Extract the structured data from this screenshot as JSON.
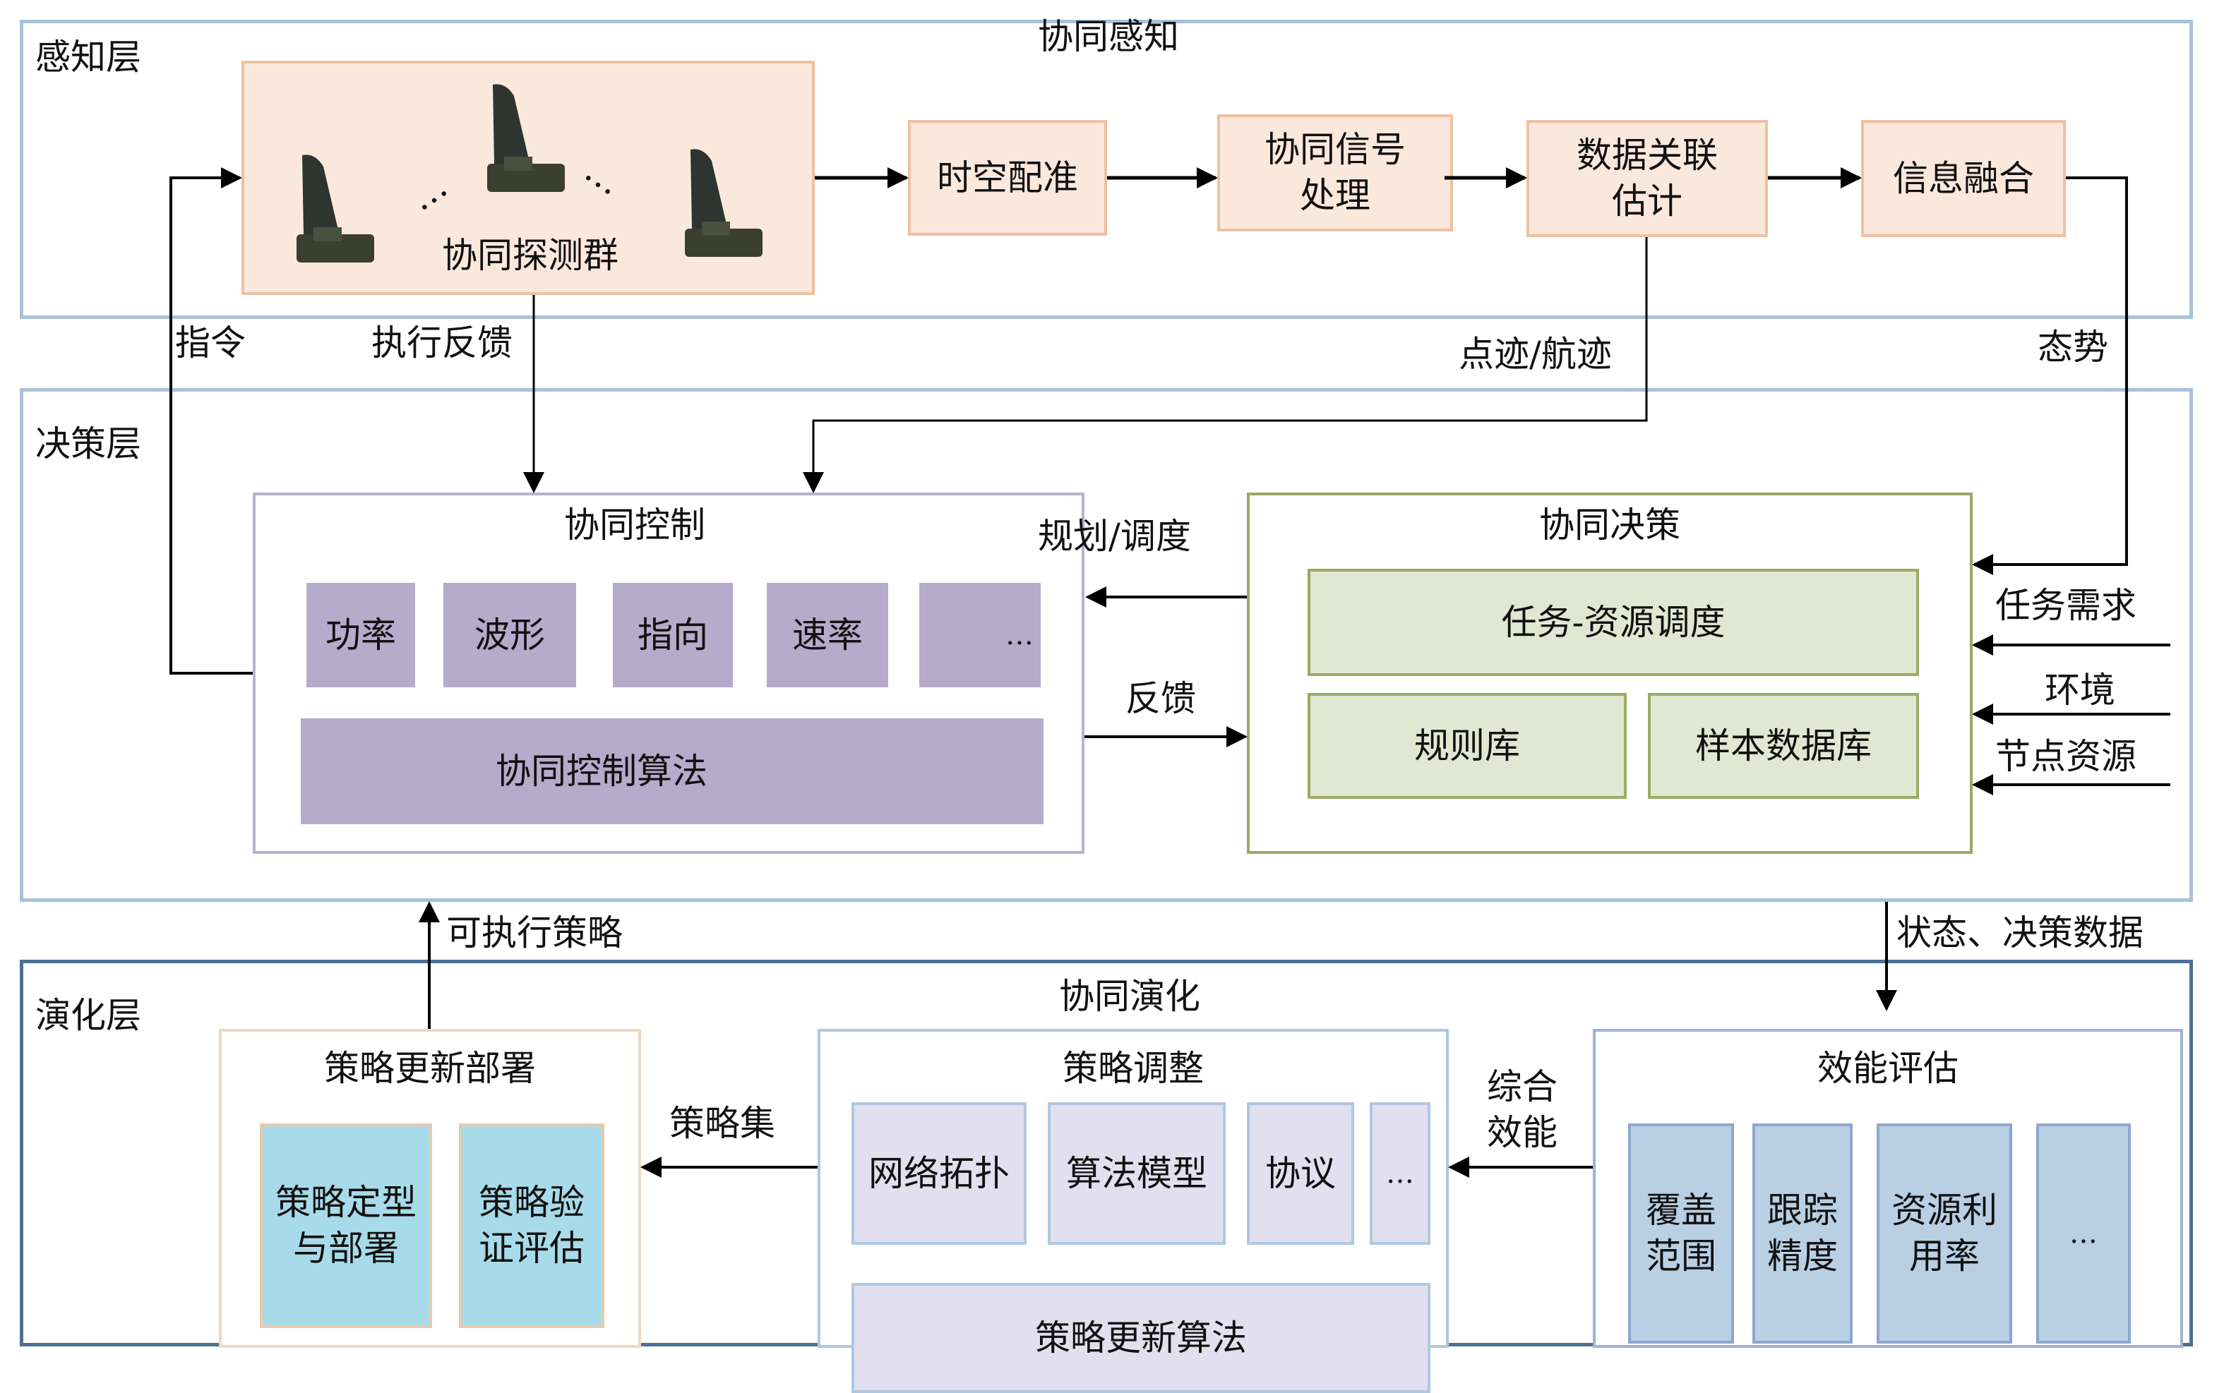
{
  "layers": {
    "perception": {
      "label": "感知层",
      "title": "协同感知"
    },
    "decision": {
      "label": "决策层"
    },
    "evolution": {
      "label": "演化层",
      "title": "协同演化"
    }
  },
  "perception": {
    "sensor_group": {
      "label": "协同探测群",
      "ellipsis_left": "…",
      "ellipsis_right": "…"
    },
    "pipeline": [
      {
        "label": "时空配准"
      },
      {
        "label": "协同信号\n处理"
      },
      {
        "label": "数据关联\n估计"
      },
      {
        "label": "信息融合"
      }
    ]
  },
  "links": {
    "command": "指令",
    "execution_feedback": "执行反馈",
    "plots_tracks": "点迹/航迹",
    "situation": "态势",
    "planning_scheduling": "规划/调度",
    "feedback": "反馈",
    "task_demand": "任务需求",
    "environment": "环境",
    "node_resources": "节点资源",
    "executable_strategy": "可执行策略",
    "state_decision_data": "状态、决策数据",
    "strategy_set": "策略集",
    "overall_effectiveness": "综合\n效能"
  },
  "control": {
    "title": "协同控制",
    "params": [
      "功率",
      "波形",
      "指向",
      "速率",
      "…"
    ],
    "algorithm": "协同控制算法"
  },
  "decision": {
    "title": "协同决策",
    "scheduling": "任务-资源调度",
    "rule_base": "规则库",
    "sample_db": "样本数据库"
  },
  "evolution": {
    "deploy": {
      "title": "策略更新部署",
      "items": [
        "策略定型\n与部署",
        "策略验\n证评估"
      ]
    },
    "adjust": {
      "title": "策略调整",
      "items": [
        "网络拓扑",
        "算法模型",
        "协议",
        "…"
      ],
      "algorithm": "策略更新算法"
    },
    "evaluate": {
      "title": "效能评估",
      "items": [
        "覆盖\n范围",
        "跟踪\n精度",
        "资源利\n用率",
        "…"
      ]
    }
  },
  "colors": {
    "perception_fill": "#fbe8dd",
    "control_fill": "#b5abcb",
    "decision_fill": "#e1e7d2",
    "deploy_fill": "#a8dbe9",
    "adjust_fill": "#e2dfee",
    "evaluate_fill": "#b8cfe4",
    "layer_border": "#a9c1d8",
    "evolution_border": "#4b7093"
  }
}
